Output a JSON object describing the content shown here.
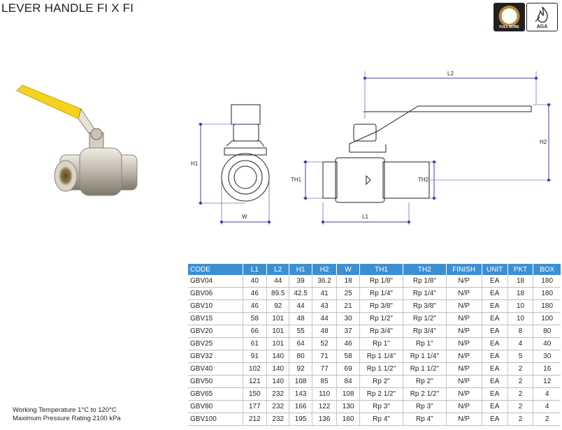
{
  "header": {
    "title": "LEVER HANDLE FI X FI"
  },
  "badges": {
    "full_bore": "FULL BORE",
    "aga": "AGA"
  },
  "drawing": {
    "labels": {
      "l1": "L1",
      "l2": "L2",
      "h1": "H1",
      "h2": "H2",
      "w": "W",
      "th1": "TH1",
      "th2": "TH2"
    },
    "colors": {
      "dimension": "#3f3fa8",
      "handle": "#f4d21f",
      "body": "#c9c4b8",
      "table_header": "#3d8fd1"
    }
  },
  "table": {
    "columns": [
      "CODE",
      "L1",
      "L2",
      "H1",
      "H2",
      "W",
      "TH1",
      "TH2",
      "FINISH",
      "UNIT",
      "PKT",
      "BOX"
    ],
    "rows": [
      [
        "GBV04",
        "40",
        "44",
        "39",
        "36.2",
        "18",
        "Rp 1/8\"",
        "Rp 1/8\"",
        "N/P",
        "EA",
        "18",
        "180"
      ],
      [
        "GBV06",
        "46",
        "89.5",
        "42.5",
        "41",
        "25",
        "Rp 1/4\"",
        "Rp 1/4\"",
        "N/P",
        "EA",
        "18",
        "180"
      ],
      [
        "GBV10",
        "46",
        "92",
        "44",
        "43",
        "21",
        "Rp 3/8\"",
        "Rp 3/8\"",
        "N/P",
        "EA",
        "10",
        "180"
      ],
      [
        "GBV15",
        "58",
        "101",
        "48",
        "44",
        "30",
        "Rp 1/2\"",
        "Rp 1/2\"",
        "N/P",
        "EA",
        "10",
        "100"
      ],
      [
        "GBV20",
        "66",
        "101",
        "55",
        "48",
        "37",
        "Rp 3/4\"",
        "Rp 3/4\"",
        "N/P",
        "EA",
        "8",
        "80"
      ],
      [
        "GBV25",
        "61",
        "101",
        "64",
        "52",
        "46",
        "Rp 1\"",
        "Rp 1\"",
        "N/P",
        "EA",
        "4",
        "40"
      ],
      [
        "GBV32",
        "91",
        "140",
        "80",
        "71",
        "58",
        "Rp 1 1/4\"",
        "Rp 1 1/4\"",
        "N/P",
        "EA",
        "5",
        "30"
      ],
      [
        "GBV40",
        "102",
        "140",
        "92",
        "77",
        "69",
        "Rp 1 1/2\"",
        "Rp 1 1/2\"",
        "N/P",
        "EA",
        "2",
        "16"
      ],
      [
        "GBV50",
        "121",
        "140",
        "108",
        "85",
        "84",
        "Rp 2\"",
        "Rp 2\"",
        "N/P",
        "EA",
        "2",
        "12"
      ],
      [
        "GBV65",
        "150",
        "232",
        "143",
        "110",
        "108",
        "Rp 2 1/2\"",
        "Rp 2 1/2\"",
        "N/P",
        "EA",
        "2",
        "4"
      ],
      [
        "GBV80",
        "177",
        "232",
        "166",
        "122",
        "130",
        "Rp 3\"",
        "Rp 3\"",
        "N/P",
        "EA",
        "2",
        "4"
      ],
      [
        "GBV100",
        "212",
        "232",
        "195",
        "136",
        "160",
        "Rp 4\"",
        "Rp 4\"",
        "N/P",
        "EA",
        "2",
        "2"
      ]
    ]
  },
  "notes": {
    "working_temperature": "Working Temperature  1°C to 120°C",
    "max_pressure": "Maximum Pressure Rating  2100 kPa"
  }
}
